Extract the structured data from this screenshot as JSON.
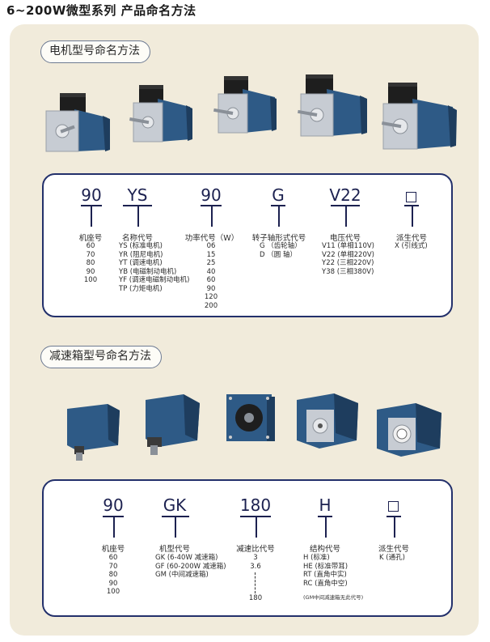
{
  "page_title": "6~200W微型系列  产品命名方法",
  "motor_section": {
    "title": "电机型号命名方法",
    "codes": [
      "90",
      "YS",
      "90",
      "G",
      "V22",
      "□"
    ],
    "columns": [
      {
        "label": "机座号",
        "values": [
          "60",
          "70",
          "80",
          "90",
          "100"
        ]
      },
      {
        "label": "名称代号",
        "values": [
          "YS (标准电机)",
          "YR (阻尼电机)",
          "YT (调速电机)",
          "YB (电磁制动电机)",
          "YF (调速电磁制动电机)",
          "TP (力矩电机)"
        ]
      },
      {
        "label": "功率代号（W）",
        "values": [
          "06",
          "15",
          "25",
          "40",
          "60",
          "90",
          "120",
          "200"
        ]
      },
      {
        "label": "转子轴形式代号",
        "values": [
          "G （齿轮轴）",
          "D （圆    轴）"
        ]
      },
      {
        "label": "电压代号",
        "values": [
          "V11 (单相110V)",
          "V22 (单相220V)",
          "Y22 (三相220V)",
          "Y38 (三相380V)"
        ]
      },
      {
        "label": "派生代号",
        "values": [
          "X (引线式)"
        ]
      }
    ]
  },
  "gearbox_section": {
    "title": "减速箱型号命名方法",
    "codes": [
      "90",
      "GK",
      "180",
      "H",
      "□"
    ],
    "columns": [
      {
        "label": "机座号",
        "values": [
          "60",
          "70",
          "80",
          "90",
          "100"
        ]
      },
      {
        "label": "机型代号",
        "values": [
          "GK (6-40W 减速箱)",
          "GF (60-200W 减速箱)",
          "GM (中间减速箱)"
        ]
      },
      {
        "label": "减速比代号",
        "values": [
          "3",
          "3.6",
          "180"
        ]
      },
      {
        "label": "结构代号",
        "values": [
          "H   (标准)",
          "HE (标准带耳)",
          "RT (直角中实)",
          "RC (直角中空)"
        ],
        "note": "(GM中间减速箱无此代号)"
      },
      {
        "label": "派生代号",
        "values": [
          "K (通孔)"
        ]
      }
    ]
  },
  "colors": {
    "panel": "#f1ebdb",
    "frame": "#23306b",
    "motor_blue": "#2e5a86",
    "motor_black": "#1e1e1e",
    "steel": "#c7ccd3"
  }
}
